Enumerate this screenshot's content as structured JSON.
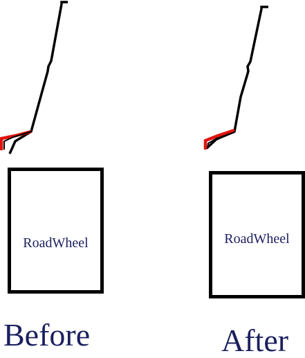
{
  "colors": {
    "arm": "#000000",
    "tip": "#e0140f",
    "label": "#1b1f5e"
  },
  "before": {
    "wheel_label": "RoadWheel",
    "caption": "Before"
  },
  "after": {
    "wheel_label": "RoadWheel",
    "caption": "After"
  }
}
